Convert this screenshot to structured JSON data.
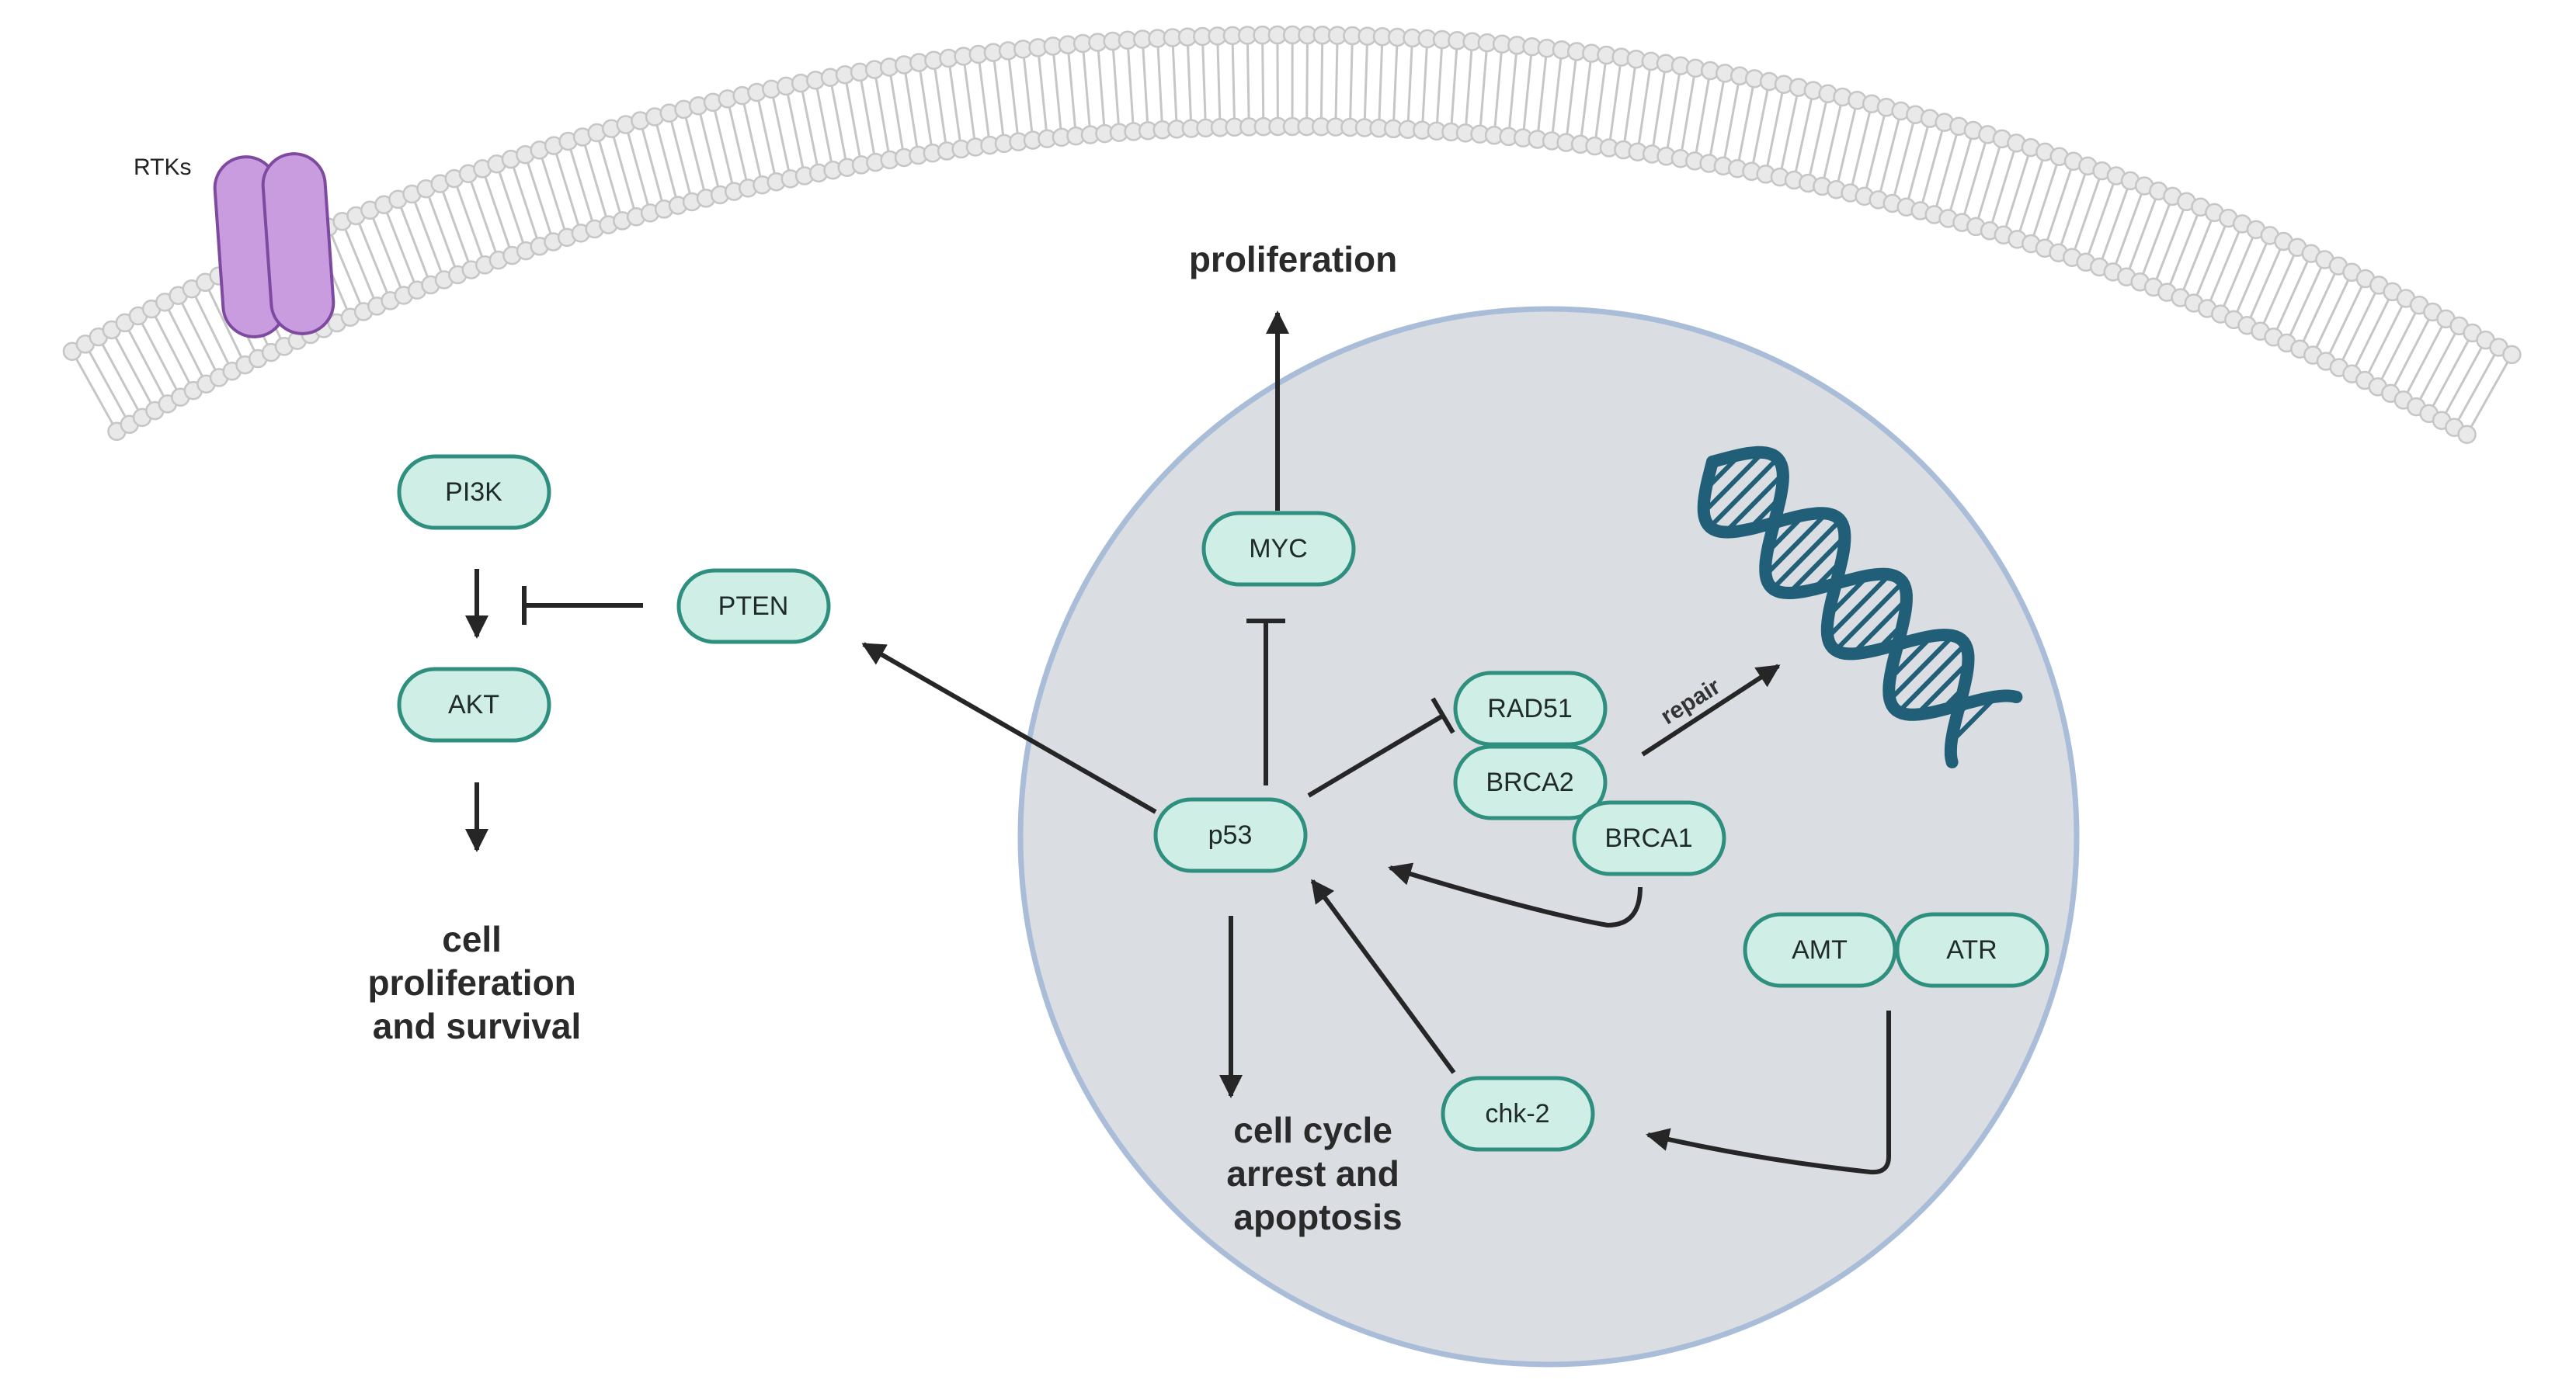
{
  "colors": {
    "node_fill": "#cfeee6",
    "node_stroke": "#2e8f7e",
    "nucleus_fill": "#dadde2",
    "nucleus_stroke": "#a9bcd8",
    "membrane_head": "#e9e9e9",
    "membrane_outline": "#c6c6c6",
    "receptor_fill": "#c99ce0",
    "receptor_stroke": "#7e4aa0",
    "dna": "#215f78",
    "arrow": "#262626"
  },
  "membrane": {
    "receptor_label": "RTKs",
    "receptor_icon": "receptor-channel-icon"
  },
  "nodes": {
    "pi3k": "PI3K",
    "akt": "AKT",
    "pten": "PTEN",
    "myc": "MYC",
    "p53": "p53",
    "rad51": "RAD51",
    "brca2": "BRCA2",
    "brca1": "BRCA1",
    "amt": "AMT",
    "atr": "ATR",
    "chk2": "chk-2"
  },
  "outcomes": {
    "proliferation": "proliferation",
    "survival": [
      "cell",
      "proliferation",
      "and survival"
    ],
    "arrest": [
      "cell cycle",
      "arrest and",
      "apoptosis"
    ]
  },
  "edges": {
    "repair_label": "repair"
  },
  "icons": {
    "dna": "dna-double-helix-icon"
  }
}
